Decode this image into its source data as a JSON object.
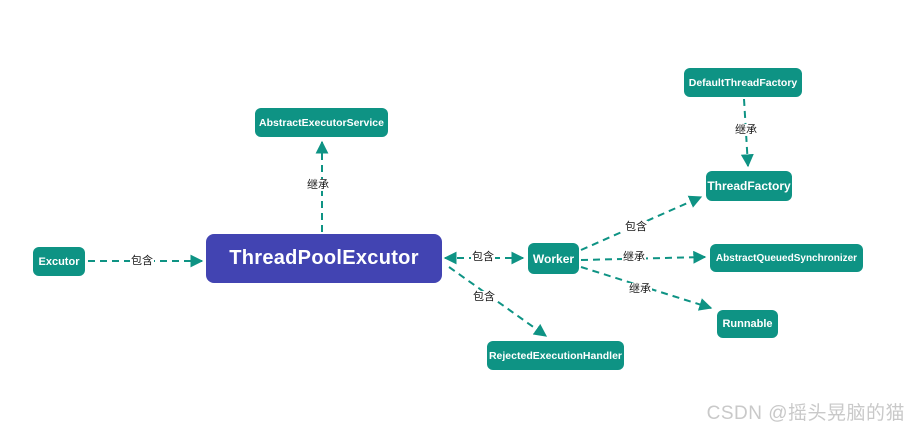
{
  "diagram": {
    "title_node": "ThreadPoolExcutor",
    "nodes": {
      "excutor": {
        "label": "Excutor"
      },
      "thread_pool_excutor": {
        "label": "ThreadPoolExcutor"
      },
      "abstract_executor_service": {
        "label": "AbstractExecutorService"
      },
      "default_thread_factory": {
        "label": "DefaultThreadFactory"
      },
      "thread_factory": {
        "label": "ThreadFactory"
      },
      "worker": {
        "label": "Worker"
      },
      "abstract_queued_synchronizer": {
        "label": "AbstractQueuedSynchronizer"
      },
      "runnable": {
        "label": "Runnable"
      },
      "rejected_execution_handler": {
        "label": "RejectedExecutionHandler"
      }
    },
    "edges": [
      {
        "from": "Excutor",
        "to": "ThreadPoolExcutor",
        "label": "包含",
        "arrows": "end"
      },
      {
        "from": "ThreadPoolExcutor",
        "to": "AbstractExecutorService",
        "label": "继承",
        "arrows": "end"
      },
      {
        "from": "ThreadPoolExcutor",
        "to": "Worker",
        "label": "包含",
        "arrows": "both"
      },
      {
        "from": "ThreadPoolExcutor",
        "to": "RejectedExecutionHandler",
        "label": "包含",
        "arrows": "end"
      },
      {
        "from": "DefaultThreadFactory",
        "to": "ThreadFactory",
        "label": "继承",
        "arrows": "end"
      },
      {
        "from": "Worker",
        "to": "ThreadFactory",
        "label": "包含",
        "arrows": "end"
      },
      {
        "from": "Worker",
        "to": "AbstractQueuedSynchronizer",
        "label": "继承",
        "arrows": "end"
      },
      {
        "from": "Worker",
        "to": "Runnable",
        "label": "继承",
        "arrows": "end"
      }
    ],
    "colors": {
      "node_teal": "#0e9384",
      "node_purple": "#4244b2",
      "node_text": "#ffffff",
      "edge": "#0e9384",
      "edge_label_text": "#1a1a1a",
      "watermark": "#c9c9c9"
    },
    "watermark": "CSDN @摇头晃脑的猫"
  }
}
